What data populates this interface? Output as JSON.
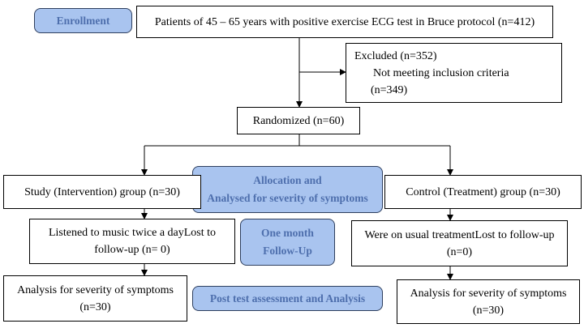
{
  "stages": {
    "enrollment": "Enrollment",
    "allocation_line1": "Allocation and",
    "allocation_line2": "Analysed for severity of symptoms",
    "followup_line1": "One month",
    "followup_line2": "Follow-Up",
    "post_test": "Post test assessment and Analysis"
  },
  "boxes": {
    "patients": "Patients of 45 – 65 years with positive exercise ECG test in Bruce protocol (n=412)",
    "excluded_title": "Excluded (n=352)",
    "excluded_reason": "Not meeting inclusion criteria",
    "excluded_count": "(n=349)",
    "randomized": "Randomized (n=60)",
    "study_group": "Study (Intervention) group (n=30)",
    "control_group": "Control (Treatment) group (n=30)",
    "study_followup": "Listened to music twice a dayLost to follow-up (n= 0)",
    "control_followup": "Were on usual treatmentLost to follow-up (n=0)",
    "study_analysis_line1": "Analysis for severity of symptoms",
    "study_analysis_line2": "(n=30)",
    "control_analysis_line1": "Analysis for severity of symptoms",
    "control_analysis_line2": "(n=30)"
  },
  "colors": {
    "stage_fill": "#a9c4ef",
    "stage_text": "#4e6fad",
    "stage_border": "#2e3f5e",
    "box_border": "#000000"
  }
}
